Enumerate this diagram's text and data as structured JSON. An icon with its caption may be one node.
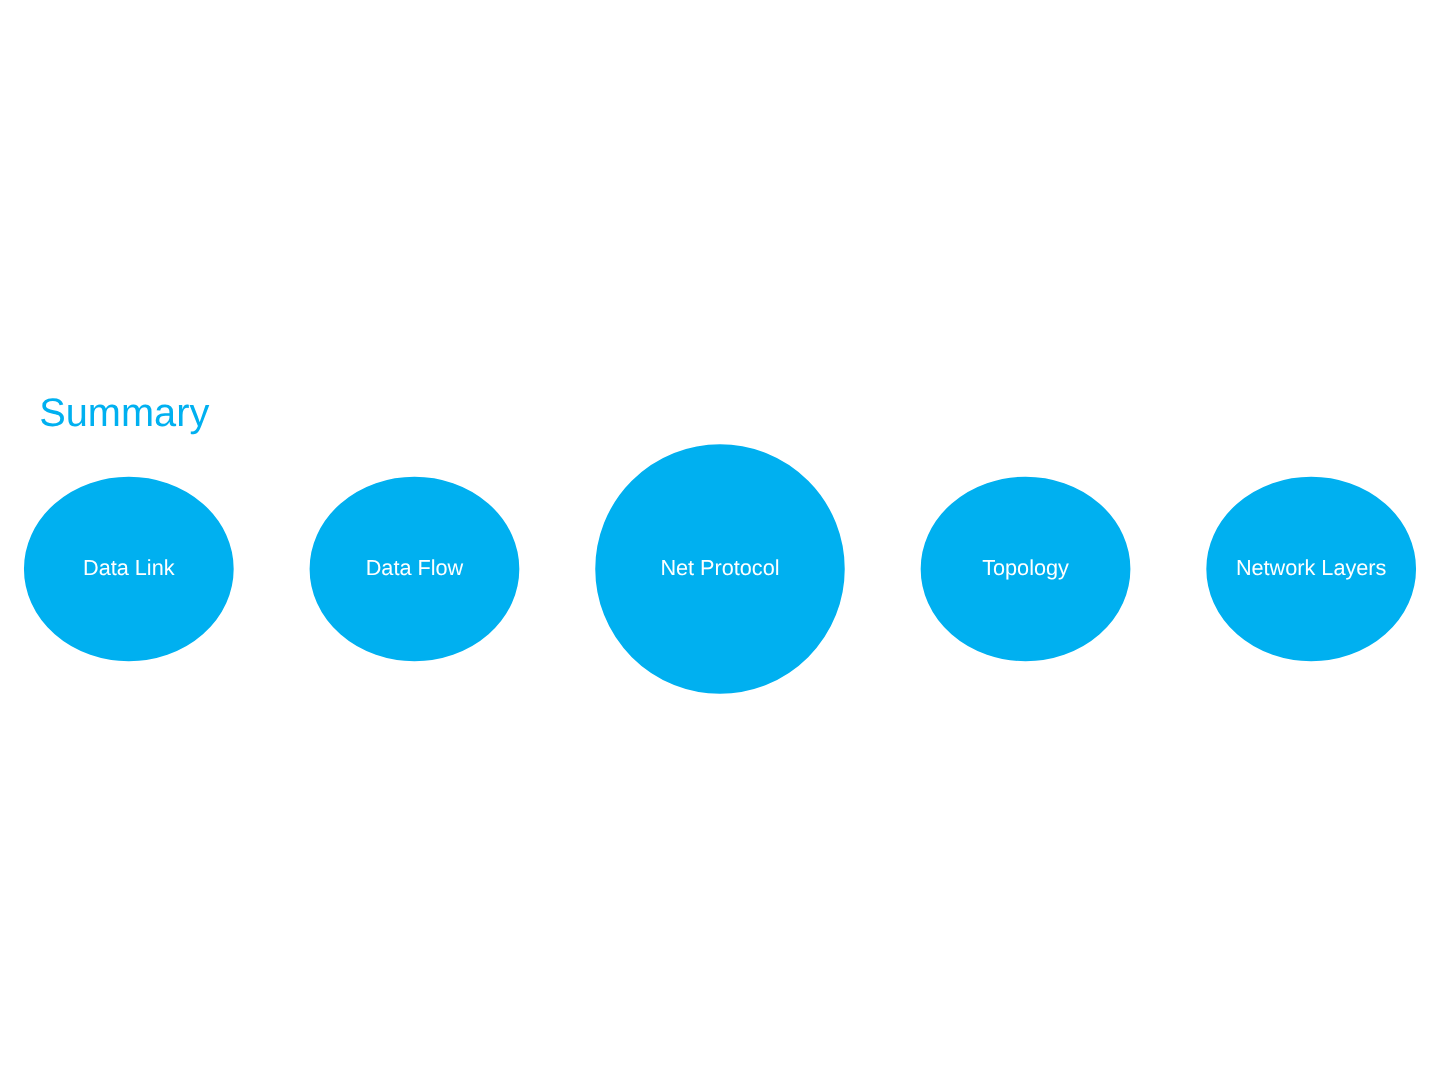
{
  "diagram": {
    "title": "Summary",
    "nodes": [
      {
        "text": [
          "Data Link"
        ]
      },
      {
        "text": [
          "Data Flow"
        ]
      },
      {
        "text": [
          "Net Protocol"
        ]
      },
      {
        "text": [
          "Topology"
        ]
      },
      {
        "text": [
          "Network Layers"
        ]
      }
    ],
    "edges": []
  }
}
